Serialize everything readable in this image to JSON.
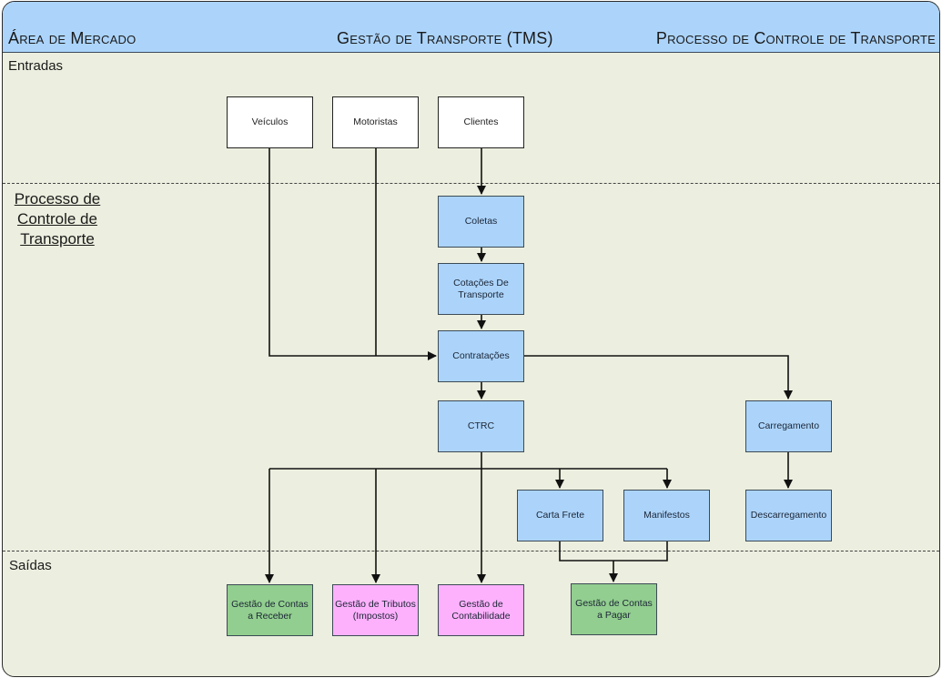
{
  "header": {
    "left": "Área de Mercado",
    "center": "Gestão de Transporte (TMS)",
    "right": "Processo de Controle de Transporte"
  },
  "lanes": {
    "inputs": "Entradas",
    "process": "Processo de Controle de Transporte",
    "outputs": "Saídas"
  },
  "nodes": {
    "veiculos": "Veículos",
    "motoristas": "Motoristas",
    "clientes": "Clientes",
    "coletas": "Coletas",
    "cotacoes": "Cotações De Transporte",
    "contratacoes": "Contratações",
    "ctrc": "CTRC",
    "carregamento": "Carregamento",
    "descarregamento": "Descarregamento",
    "carta_frete": "Carta Frete",
    "manifestos": "Manifestos",
    "contas_receber": "Gestão de Contas a Receber",
    "tributos": "Gestão de Tributos (Impostos)",
    "contabilidade": "Gestão de Contabilidade",
    "contas_pagar": "Gestão de Contas a Pagar"
  },
  "colors": {
    "header": "#acd4fb",
    "background": "#ecefdf",
    "process_box": "#acd4fb",
    "input_box": "#ffffff",
    "tax_accounting_box": "#fdb1fc",
    "accounts_box": "#92ce8f"
  },
  "edges": [
    [
      "veiculos",
      "contratacoes"
    ],
    [
      "motoristas",
      "contratacoes"
    ],
    [
      "clientes",
      "coletas"
    ],
    [
      "coletas",
      "cotacoes"
    ],
    [
      "cotacoes",
      "contratacoes"
    ],
    [
      "contratacoes",
      "ctrc"
    ],
    [
      "contratacoes",
      "carregamento"
    ],
    [
      "carregamento",
      "descarregamento"
    ],
    [
      "ctrc",
      "contas_receber"
    ],
    [
      "ctrc",
      "tributos"
    ],
    [
      "ctrc",
      "contabilidade"
    ],
    [
      "ctrc",
      "carta_frete"
    ],
    [
      "ctrc",
      "manifestos"
    ],
    [
      "carta_frete",
      "contas_pagar"
    ],
    [
      "manifestos",
      "contas_pagar"
    ]
  ]
}
